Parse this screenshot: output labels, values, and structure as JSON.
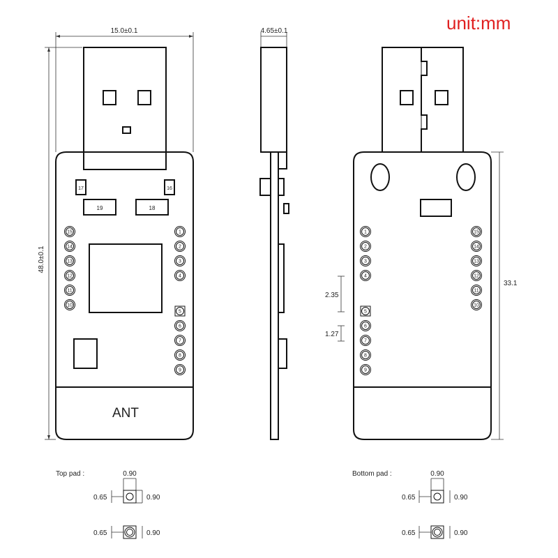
{
  "unit_label": "unit:mm",
  "top_view": {
    "width_dim": "15.0±0.1",
    "height_dim": "48.0±0.1",
    "ant_label": "ANT",
    "pad_17": "17",
    "pad_16": "16",
    "pad_19": "19",
    "pad_18": "18",
    "left_pins": [
      "15",
      "14",
      "13",
      "12",
      "11",
      "10"
    ],
    "right_pins_upper": [
      "1",
      "2",
      "3",
      "4"
    ],
    "right_pins_lower": [
      "5",
      "6",
      "7",
      "8",
      "9"
    ]
  },
  "side_view": {
    "thickness_dim": "4.65±0.1"
  },
  "bottom_view": {
    "length_dim": "33.1",
    "pitch_dim": "2.35",
    "pin_pitch_dim": "1.27",
    "left_pins_upper": [
      "1",
      "2",
      "3",
      "4"
    ],
    "left_pins_lower": [
      "5",
      "6",
      "7",
      "8",
      "9"
    ],
    "right_pins": [
      "15",
      "14",
      "13",
      "12",
      "11",
      "10"
    ]
  },
  "top_pad": {
    "label": "Top pad :",
    "width": "0.90",
    "left_gap": "0.65",
    "right_dim": "0.90",
    "left_gap_round": "0.65",
    "right_dim_round": "0.90"
  },
  "bottom_pad": {
    "label": "Bottom pad :",
    "width": "0.90",
    "left_gap": "0.65",
    "right_dim": "0.90",
    "left_gap_round": "0.65",
    "right_dim_round": "0.90"
  }
}
